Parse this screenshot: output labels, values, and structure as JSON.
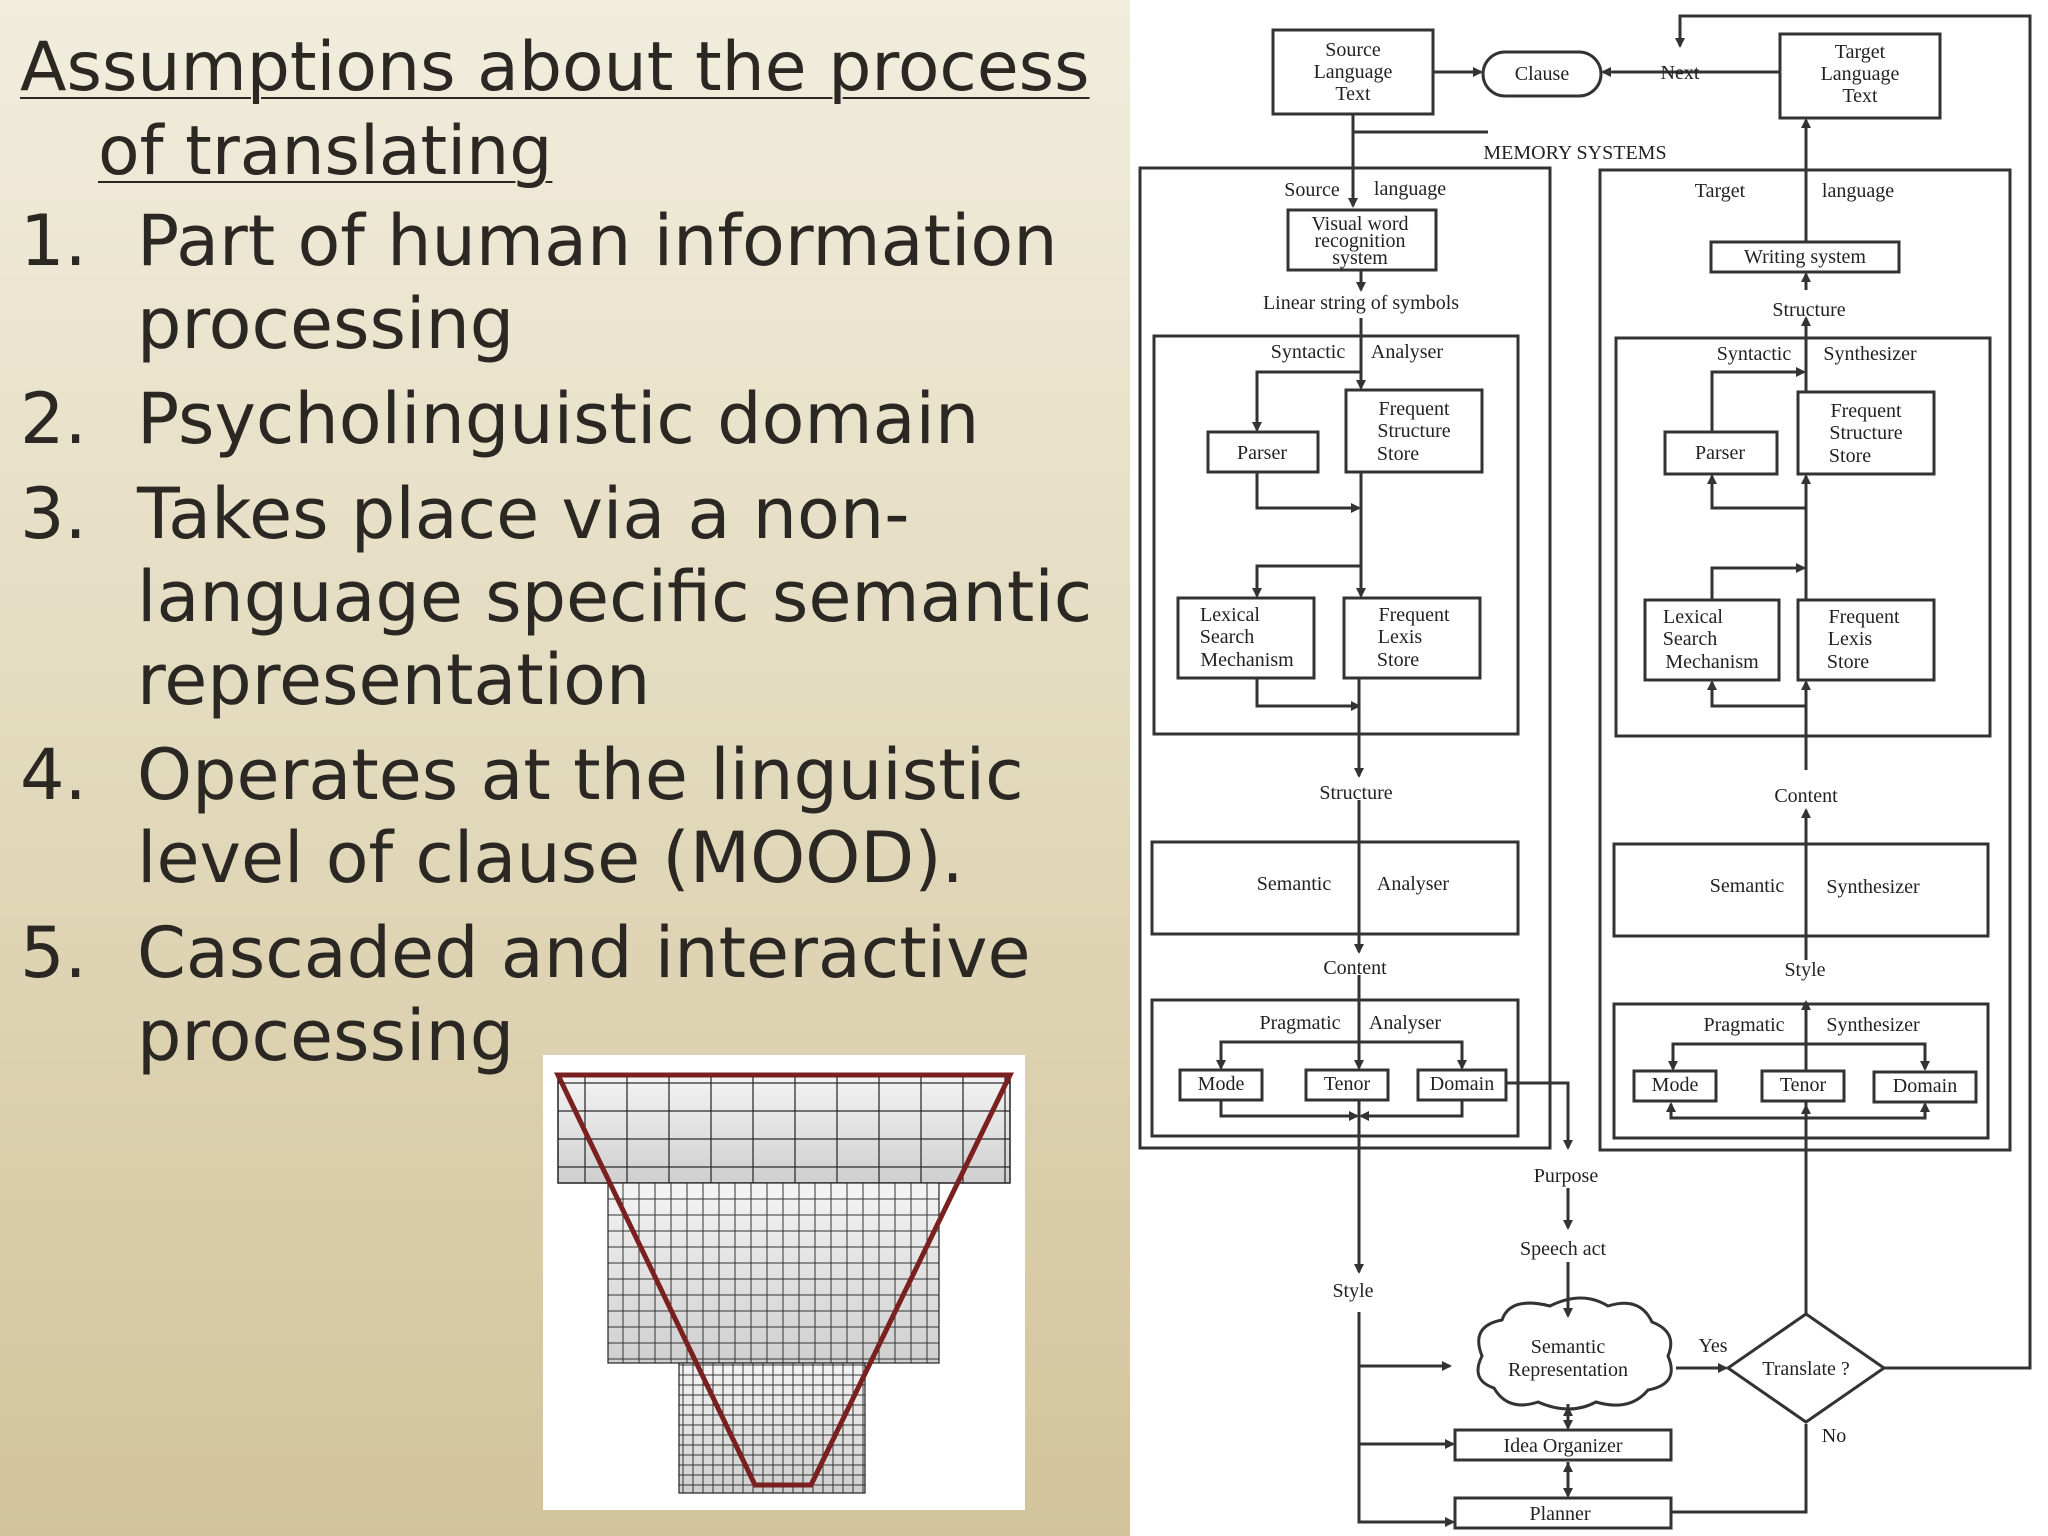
{
  "slide": {
    "title_line1": "Assumptions about the process",
    "title_line2": "of translating",
    "bullets": [
      {
        "num": "1.",
        "text": "Part of human information processing"
      },
      {
        "num": "2.",
        "text": "Psycholinguistic domain"
      },
      {
        "num": "3.",
        "text": "Takes place via a non-language specific semantic representation"
      },
      {
        "num": "4.",
        "text": "Operates at the linguistic level of clause (MOOD)."
      },
      {
        "num": "5.",
        "text": "Cascaded and interactive processing"
      }
    ],
    "colors": {
      "pyramid_outline": "#7a2020",
      "text": "#2b2723"
    }
  },
  "diagram": {
    "source_text": [
      "Source",
      "Language",
      "Text"
    ],
    "clause": "Clause",
    "next": "Next",
    "target_text": [
      "Target",
      "Language",
      "Text"
    ],
    "memory_systems": "MEMORY SYSTEMS",
    "source_language": [
      "Source",
      "language"
    ],
    "target_language": [
      "Target",
      "language"
    ],
    "visual_word": [
      "Visual word",
      "recognition",
      "system"
    ],
    "writing_system": "Writing system",
    "linear_string": "Linear string of symbols",
    "structure": "Structure",
    "syntactic_analyser": [
      "Syntactic",
      "Analyser"
    ],
    "syntactic_synthesizer": [
      "Syntactic",
      "Synthesizer"
    ],
    "parser": "Parser",
    "frequent_structure_store": [
      "Frequent",
      "Structure",
      "Store"
    ],
    "lexical_search": [
      "Lexical",
      "Search",
      "Mechanism"
    ],
    "frequent_lexis_store": [
      "Frequent",
      "Lexis",
      "Store"
    ],
    "content": "Content",
    "semantic_analyser": [
      "Semantic",
      "Analyser"
    ],
    "semantic_synthesizer": [
      "Semantic",
      "Synthesizer"
    ],
    "style": "Style",
    "pragmatic_analyser": [
      "Pragmatic",
      "Analyser"
    ],
    "pragmatic_synthesizer": [
      "Pragmatic",
      "Synthesizer"
    ],
    "mode": "Mode",
    "tenor": "Tenor",
    "domain": "Domain",
    "purpose": "Purpose",
    "speech_act": "Speech act",
    "semantic_representation": [
      "Semantic",
      "Representation"
    ],
    "translate": "Translate ?",
    "yes": "Yes",
    "no": "No",
    "idea_organizer": "Idea  Organizer",
    "planner": "Planner"
  }
}
